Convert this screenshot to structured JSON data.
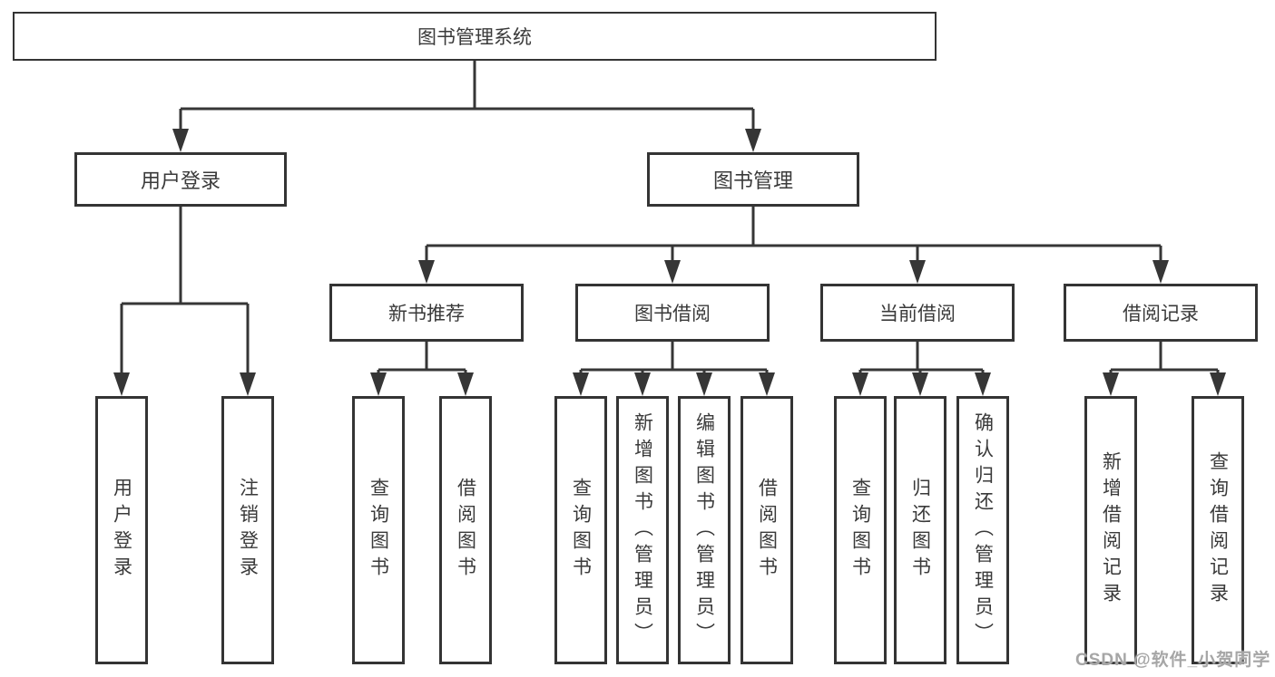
{
  "diagram": {
    "root": "图书管理系统",
    "level2": [
      "用户登录",
      "图书管理"
    ],
    "level3": [
      "新书推荐",
      "图书借阅",
      "当前借阅",
      "借阅记录"
    ],
    "leaves": [
      "用户登录",
      "注销登录",
      "查询图书",
      "借阅图书",
      "查询图书",
      "新增图书（管理员）",
      "编辑图书（管理员）",
      "借阅图书",
      "查询图书",
      "归还图书",
      "确认归还（管理员）",
      "新增借阅记录",
      "查询借阅记录"
    ]
  },
  "watermark": {
    "text": "CSDN @软件_小贺同学",
    "color": "#a6a6a6"
  },
  "colors": {
    "line": "#363636",
    "text": "#3a3a3a",
    "background": "#ffffff"
  }
}
